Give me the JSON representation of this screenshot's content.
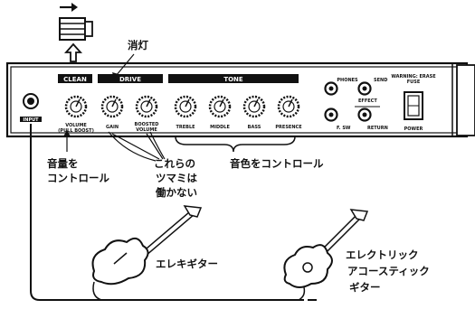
{
  "panel": {
    "section_clean": "CLEAN",
    "section_drive": "DRIVE",
    "section_tone": "TONE",
    "label_input": "INPUT",
    "knobs": [
      "VOLUME",
      "GAIN",
      "VOLUME",
      "TREBLE",
      "MIDDLE",
      "BASS",
      "PRESENCE"
    ],
    "knob_volume_sub": "(PULL BOOST)",
    "knob_drive_vol_pre": "BOOSTED",
    "label_phones": "PHONES",
    "label_send": "SEND",
    "label_effect": "EFFECT",
    "label_fsw": "F. SW",
    "label_return": "RETURN",
    "label_power": "POWER",
    "label_warning": "WARNING: ERASE",
    "label_warning2": "FUSE"
  },
  "annotations": {
    "light_off": "消灯",
    "volume_control_1": "音量を",
    "volume_control_2": "コントロール",
    "these_knobs_1": "これらの",
    "these_knobs_2": "ツマミは",
    "these_knobs_3": "働かない",
    "tone_control": "音色をコントロール",
    "electric_guitar": "エレキギター",
    "acoustic_1": "エレクトリック",
    "acoustic_2": "アコースティック",
    "acoustic_3": "ギター"
  }
}
